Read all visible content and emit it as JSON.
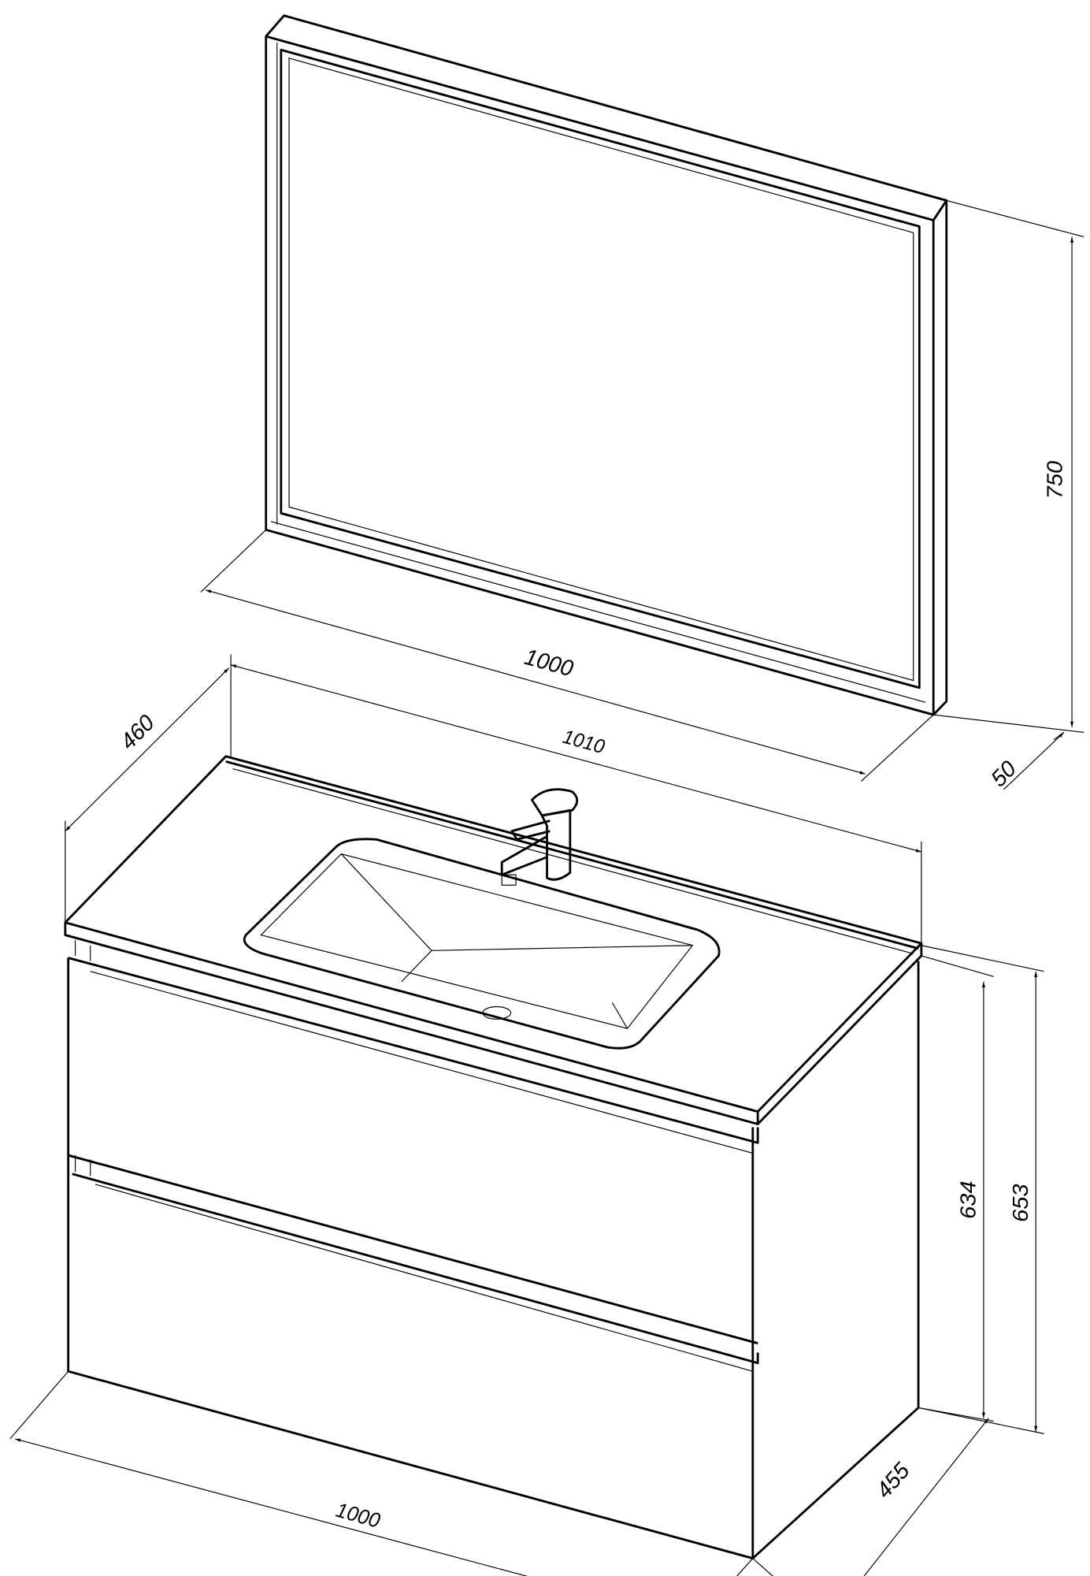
{
  "title": "Vanity unit with mirror — dimensional drawing",
  "dimensions": {
    "mirror_width": "1000",
    "mirror_height": "750",
    "mirror_depth": "50",
    "countertop_width": "1010",
    "countertop_depth": "460",
    "cabinet_height": "634",
    "total_height": "653",
    "cabinet_depth": "455",
    "cabinet_width": "1000"
  }
}
